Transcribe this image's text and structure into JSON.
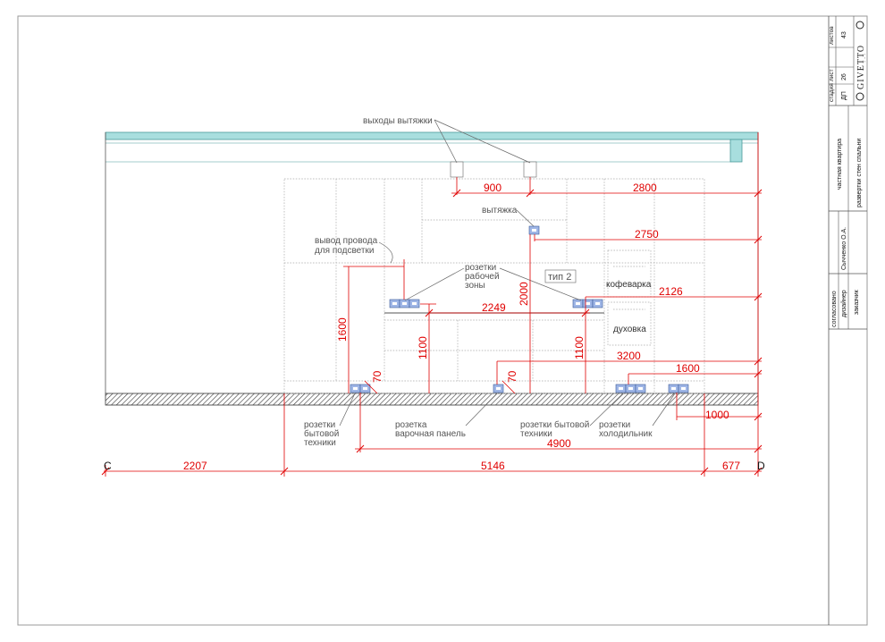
{
  "title_block": {
    "headers": [
      "стадия",
      "лист",
      "листов"
    ],
    "values": [
      "ДП",
      "26",
      "43"
    ],
    "logo": "GIVETTO",
    "project": "частная квартира",
    "sheet_title": "развертки стен спальни",
    "roles": [
      "согласовано",
      "дизайнер",
      "заказчик"
    ],
    "designer": "Сычченко О.А."
  },
  "labels": {
    "hood_outlets": "выходы вытяжки",
    "hood": "вытяжка",
    "wire_line1": "вывод провода",
    "wire_line2": "для подсветки",
    "work_line1": "розетки",
    "work_line2": "рабочей",
    "work_line3": "зоны",
    "type": "тип 2",
    "coffee": "кофеварка",
    "oven": "духовка",
    "appl_left_1": "розетки",
    "appl_left_2": "бытовой",
    "appl_left_3": "техники",
    "cooktop_1": "розетка",
    "cooktop_2": "варочная панель",
    "appl_right_1": "розетки бытовой",
    "appl_right_2": "техники",
    "fridge_1": "розетки",
    "fridge_2": "холодильник",
    "point_c": "C",
    "point_d": "D"
  },
  "dimensions": {
    "d900": "900",
    "d2800": "2800",
    "d2750": "2750",
    "d2126": "2126",
    "d2249": "2249",
    "d2000": "2000",
    "d1600v": "1600",
    "d1100a": "1100",
    "d1100b": "1100",
    "d70a": "70",
    "d70b": "70",
    "d3200": "3200",
    "d1600h": "1600",
    "d1000": "1000",
    "d4900": "4900",
    "d2207": "2207",
    "d5146": "5146",
    "d677": "677"
  },
  "colors": {
    "dimension": "#e00000",
    "ceiling": "#a8dede",
    "socket": "#9fb6e6",
    "text": "#555555"
  }
}
